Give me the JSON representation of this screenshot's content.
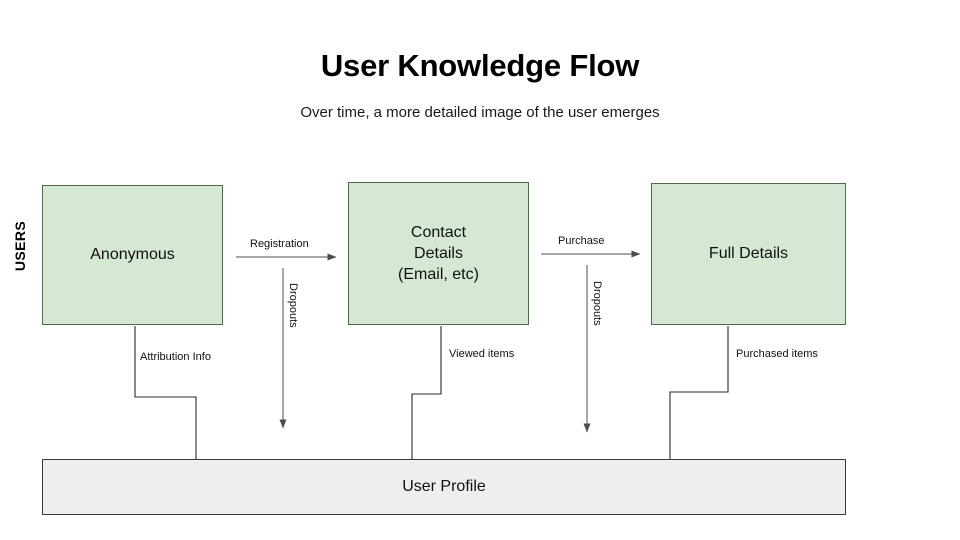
{
  "header": {
    "title": "User Knowledge Flow",
    "subtitle": "Over time, a more detailed image of the user emerges"
  },
  "axis": {
    "label": "USERS"
  },
  "stages": [
    {
      "id": "anonymous",
      "lines": [
        "Anonymous"
      ]
    },
    {
      "id": "contact",
      "lines": [
        "Contact",
        "Details",
        "(Email, etc)"
      ]
    },
    {
      "id": "full",
      "lines": [
        "Full Details"
      ]
    }
  ],
  "profile": {
    "label": "User Profile"
  },
  "edges": {
    "registration": "Registration",
    "purchase": "Purchase",
    "dropouts_1": "Dropouts",
    "dropouts_2": "Dropouts",
    "attribution_info": "Attribution Info",
    "viewed_items": "Viewed items",
    "purchased_items": "Purchased items"
  },
  "colors": {
    "stage_fill": "#d5e8d4",
    "stage_border": "#4c6b49",
    "profile_fill": "#eeeeee",
    "profile_border": "#3a3a3a",
    "connector": "#4d4d4d",
    "text": "#000000",
    "background": "#ffffff"
  }
}
